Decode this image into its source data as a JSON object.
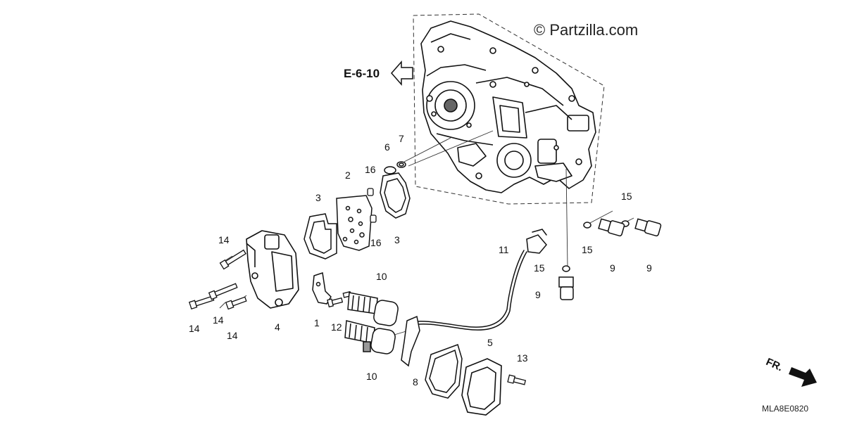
{
  "copyright": "© Partzilla.com",
  "reference_label": "E-6-10",
  "direction_label": "FR.",
  "diagram_code": "MLA8E0820",
  "callouts": {
    "c1": "1",
    "c2": "2",
    "c3a": "3",
    "c3b": "3",
    "c4": "4",
    "c5": "5",
    "c6": "6",
    "c7": "7",
    "c8": "8",
    "c9a": "9",
    "c9b": "9",
    "c9c": "9",
    "c10a": "10",
    "c10b": "10",
    "c11": "11",
    "c12": "12",
    "c13": "13",
    "c14a": "14",
    "c14b": "14",
    "c14c": "14",
    "c14d": "14",
    "c15a": "15",
    "c15b": "15",
    "c15c": "15",
    "c16a": "16",
    "c16b": "16"
  }
}
